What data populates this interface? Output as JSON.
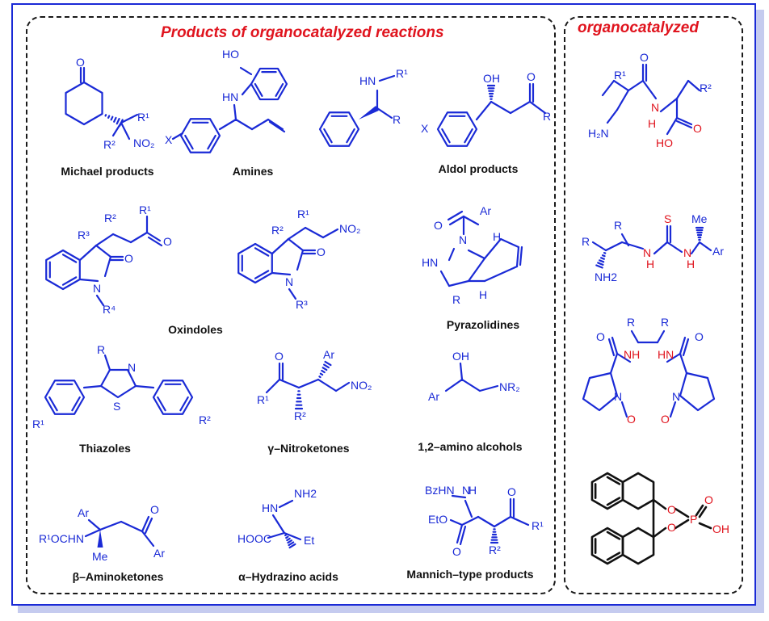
{
  "titles": {
    "left": "Products of organocatalyzed reactions",
    "right": "organocatalyzed"
  },
  "captions": {
    "michael": "Michael products",
    "amines": "Amines",
    "aldol": "Aldol products",
    "oxindoles": "Oxindoles",
    "pyrazolidines": "Pyrazolidines",
    "thiazoles": "Thiazoles",
    "nitroketones": "γ–Nitroketones",
    "amino_alcohols": "1,2–amino alcohols",
    "aminoketones": "β–Aminoketones",
    "hydrazino": "α–Hydrazino acids",
    "mannich": "Mannich–type products"
  },
  "labels": {
    "O": "O",
    "R1": "R¹",
    "R2": "R²",
    "R3": "R³",
    "R4": "R⁴",
    "NO2": "NO₂",
    "HO": "HO",
    "HN": "HN",
    "X": "X",
    "R": "R",
    "OH": "OH",
    "N": "N",
    "H": "H",
    "Ar": "Ar",
    "S": "S",
    "NR2": "NR₂",
    "R1OCHN": "R¹OCHN",
    "Me": "Me",
    "NH": "NH",
    "NH2": "NH2",
    "HOOC": "HOOC",
    "Et": "Et",
    "BzHN": "BzHN",
    "EtO": "EtO",
    "H2N": "H₂N",
    "HO_acid": "HO",
    "P": "P"
  },
  "colors": {
    "molecule": "#1a2ad6",
    "heteroatom": "#e0141e",
    "title": "#e0141e",
    "frame": "#1a2ad6",
    "shadow": "#c5cbef"
  }
}
